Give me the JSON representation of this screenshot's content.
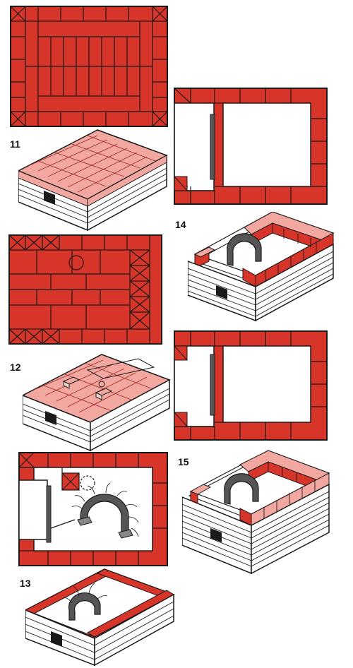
{
  "colors": {
    "brick": "#d8352a",
    "brick_light": "#f2a8a0",
    "brick_side": "#e8d8cf",
    "mortar": "#1a1a1a",
    "steel": "#555555",
    "paper": "#ffffff"
  },
  "steps": [
    {
      "number": "11",
      "plan": "solid-brick-course",
      "view": "solid-block-with-ash-door"
    },
    {
      "number": "12",
      "plan": "course-with-round-opening-and-diagonal-bricks",
      "view": "block-with-loose-bricks"
    },
    {
      "number": "13",
      "plan": "ring-with-arch-frame-and-wire-ties",
      "view": "ring-with-steel-arch"
    },
    {
      "number": "14",
      "plan": "rectangular-ring-with-door-gap",
      "view": "brick-walls-with-arch"
    },
    {
      "number": "15",
      "plan": "rectangular-ring-with-door-gap",
      "view": "tall-walls-with-arch"
    }
  ]
}
